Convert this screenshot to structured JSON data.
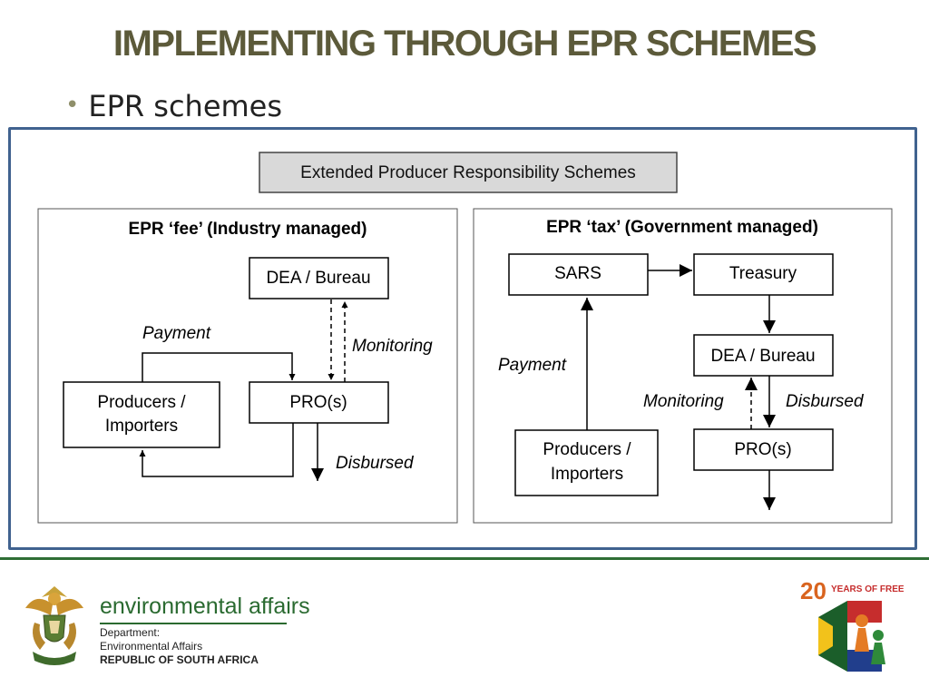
{
  "slide": {
    "title": "IMPLEMENTING THROUGH EPR SCHEMES",
    "bullet": "EPR schemes"
  },
  "diagram": {
    "header": "Extended Producer Responsibility Schemes",
    "left_panel": {
      "title": "EPR ‘fee’ (Industry managed)",
      "dea": "DEA / Bureau",
      "pro": "PRO(s)",
      "producers_line1": "Producers /",
      "producers_line2": "Importers",
      "payment": "Payment",
      "monitoring": "Monitoring",
      "disbursed": "Disbursed"
    },
    "right_panel": {
      "title": "EPR ‘tax’ (Government managed)",
      "sars": "SARS",
      "treasury": "Treasury",
      "dea": "DEA / Bureau",
      "pro": "PRO(s)",
      "producers_line1": "Producers /",
      "producers_line2": "Importers",
      "payment": "Payment",
      "monitoring": "Monitoring",
      "disbursed": "Disbursed"
    }
  },
  "footer": {
    "org_name": "environmental affairs",
    "department": "Department:",
    "dept_name": "Environmental Affairs",
    "country": "REPUBLIC OF SOUTH AFRICA",
    "anniversary_number": "20",
    "anniversary_text": "YEARS OF FREEDOM",
    "colors": {
      "green": "#2a6a30",
      "frame_blue": "#40628f",
      "title": "#5c5a3a"
    }
  }
}
